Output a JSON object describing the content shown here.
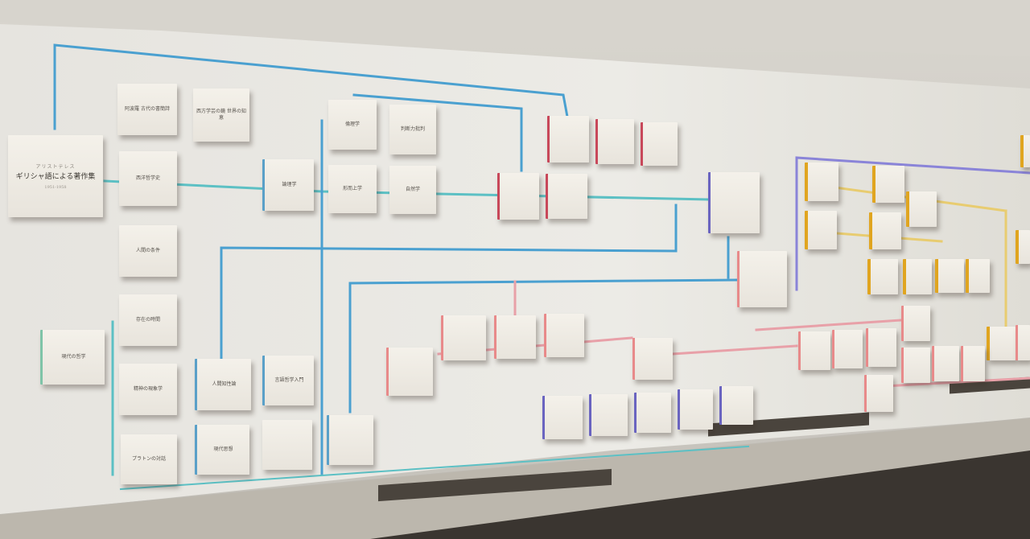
{
  "scene": {
    "description_free": true
  },
  "colors": {
    "wall": "#e9e7e2",
    "line_blue": "#4aa0d0",
    "line_teal": "#5cc0c4",
    "line_purple": "#8a84d8",
    "line_pink": "#e8a0a8",
    "line_yellow": "#e8cc70",
    "accent_red": "#c8485a",
    "accent_yellow": "#e0a520"
  },
  "panels": [
    {
      "sub": "アリストテレス",
      "ttl": "ギリシャ語による著作集",
      "yr": "1951-1958",
      "big": true
    },
    {
      "sub": "",
      "ttl": "阿波羅 古代の書簡詩",
      "yr": ""
    },
    {
      "sub": "",
      "ttl": "西方学芸の鏡 世界の知恵",
      "yr": ""
    },
    {
      "sub": "",
      "ttl": "西洋哲学史",
      "yr": ""
    },
    {
      "sub": "",
      "ttl": "人間の条件",
      "yr": ""
    },
    {
      "sub": "",
      "ttl": "存在の時間",
      "yr": ""
    },
    {
      "sub": "",
      "ttl": "現代の哲学",
      "yr": ""
    },
    {
      "sub": "",
      "ttl": "精神の現象学",
      "yr": ""
    },
    {
      "sub": "",
      "ttl": "プラトンの対話",
      "yr": ""
    },
    {
      "sub": "",
      "ttl": "論理学",
      "yr": ""
    },
    {
      "sub": "",
      "ttl": "倫理学",
      "yr": ""
    },
    {
      "sub": "",
      "ttl": "判断力批判",
      "yr": ""
    },
    {
      "sub": "",
      "ttl": "形而上学",
      "yr": ""
    },
    {
      "sub": "",
      "ttl": "自然学",
      "yr": ""
    },
    {
      "sub": "",
      "ttl": "人間知性論",
      "yr": ""
    },
    {
      "sub": "",
      "ttl": "言語哲学入門",
      "yr": ""
    },
    {
      "sub": "",
      "ttl": "現代思想",
      "yr": ""
    }
  ]
}
